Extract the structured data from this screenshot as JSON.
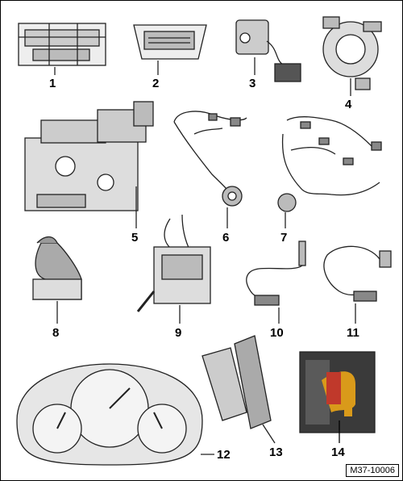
{
  "callouts": [
    "1",
    "2",
    "3",
    "4",
    "5",
    "6",
    "7",
    "8",
    "9",
    "10",
    "11",
    "12",
    "13",
    "14"
  ],
  "reference_code": "M37-10006",
  "colors": {
    "outline": "#222222",
    "panel_gray": "#d9d9d9",
    "photo_dark": "#3a3a3a",
    "highlight_orange": "#d99a1a",
    "highlight_red": "#c0392b"
  }
}
